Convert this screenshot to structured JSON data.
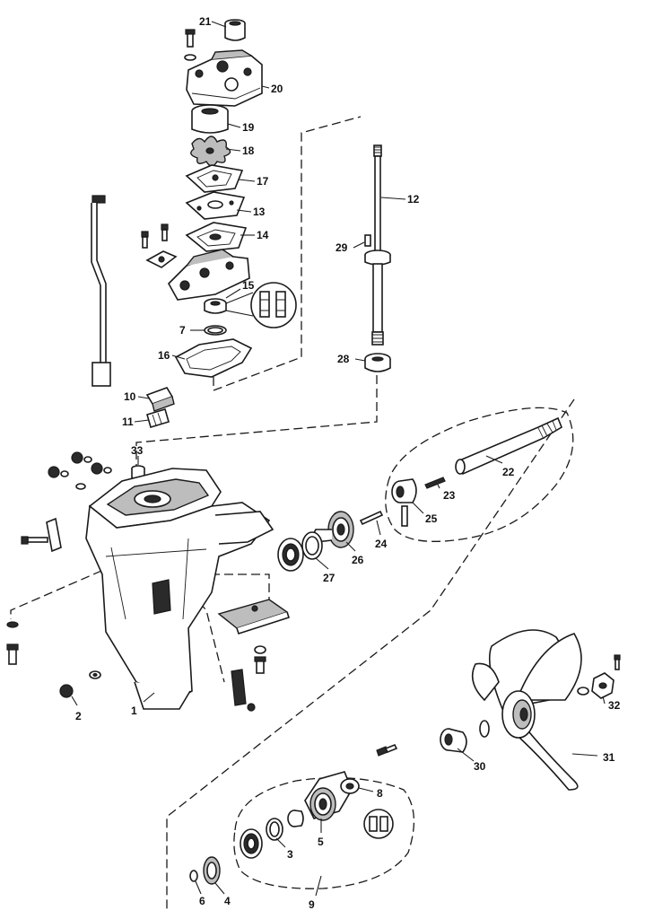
{
  "parts": [
    {
      "id": "p1",
      "label": "1"
    },
    {
      "id": "p2",
      "label": "2"
    },
    {
      "id": "p3",
      "label": "3"
    },
    {
      "id": "p4",
      "label": "4"
    },
    {
      "id": "p5",
      "label": "5"
    },
    {
      "id": "p6",
      "label": "6"
    },
    {
      "id": "p7",
      "label": "7"
    },
    {
      "id": "p8",
      "label": "8"
    },
    {
      "id": "p9",
      "label": "9"
    },
    {
      "id": "p10",
      "label": "10"
    },
    {
      "id": "p11",
      "label": "11"
    },
    {
      "id": "p12",
      "label": "12"
    },
    {
      "id": "p13",
      "label": "13"
    },
    {
      "id": "p14",
      "label": "14"
    },
    {
      "id": "p15",
      "label": "15"
    },
    {
      "id": "p16",
      "label": "16"
    },
    {
      "id": "p17",
      "label": "17"
    },
    {
      "id": "p18",
      "label": "18"
    },
    {
      "id": "p19",
      "label": "19"
    },
    {
      "id": "p20",
      "label": "20"
    },
    {
      "id": "p21",
      "label": "21"
    },
    {
      "id": "p22",
      "label": "22"
    },
    {
      "id": "p23",
      "label": "23"
    },
    {
      "id": "p24",
      "label": "24"
    },
    {
      "id": "p25",
      "label": "25"
    },
    {
      "id": "p26",
      "label": "26"
    },
    {
      "id": "p27",
      "label": "27"
    },
    {
      "id": "p28",
      "label": "28"
    },
    {
      "id": "p29",
      "label": "29"
    },
    {
      "id": "p30",
      "label": "30"
    },
    {
      "id": "p31",
      "label": "31"
    },
    {
      "id": "p32",
      "label": "32"
    },
    {
      "id": "p33",
      "label": "33"
    }
  ]
}
